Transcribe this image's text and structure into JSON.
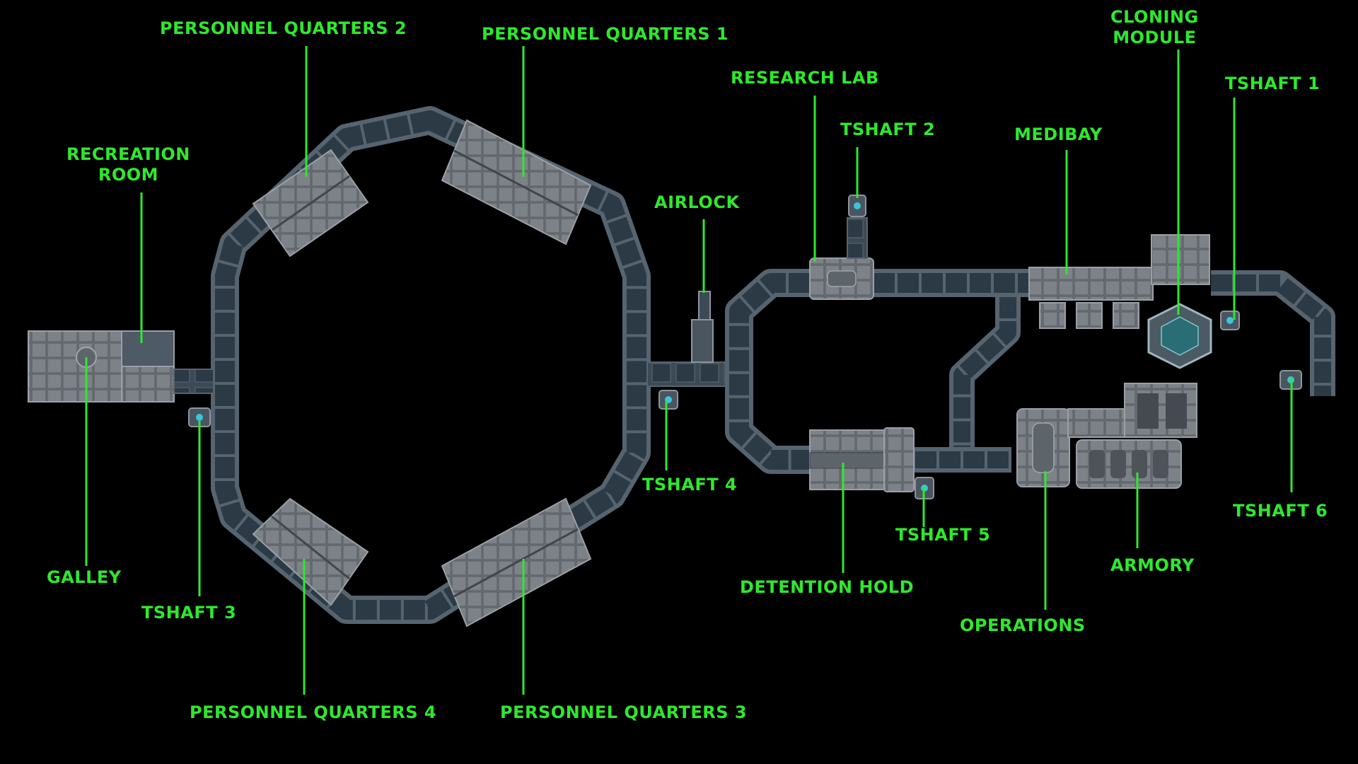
{
  "map": {
    "background": "#000000",
    "label_color": "#2ee82e",
    "corridor_color": "#3c4a55",
    "room_color": "#6f757b",
    "labels": {
      "personnel_quarters_1": "PERSONNEL QUARTERS 1",
      "personnel_quarters_2": "PERSONNEL QUARTERS 2",
      "personnel_quarters_3": "PERSONNEL QUARTERS 3",
      "personnel_quarters_4": "PERSONNEL QUARTERS 4",
      "recreation_room": "RECREATION\nROOM",
      "galley": "GALLEY",
      "tshaft_1": "TSHAFT 1",
      "tshaft_2": "TSHAFT 2",
      "tshaft_3": "TSHAFT 3",
      "tshaft_4": "TSHAFT 4",
      "tshaft_5": "TSHAFT 5",
      "tshaft_6": "TSHAFT 6",
      "airlock": "AIRLOCK",
      "research_lab": "RESEARCH LAB",
      "medibay": "MEDIBAY",
      "cloning_module": "CLONING\nMODULE",
      "detention_hold": "DETENTION HOLD",
      "operations": "OPERATIONS",
      "armory": "ARMORY"
    }
  }
}
